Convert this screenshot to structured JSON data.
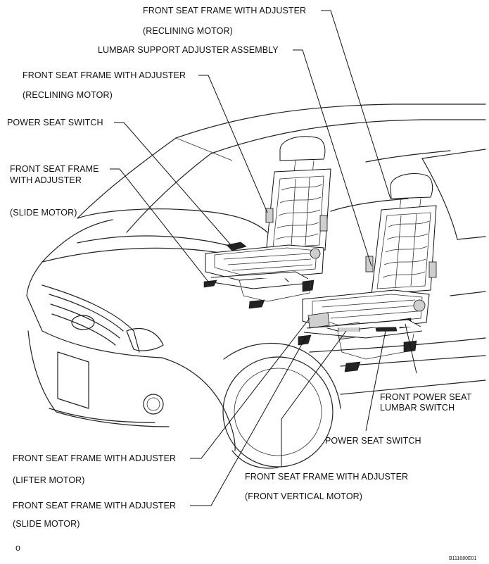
{
  "callouts": {
    "reclining_motor_right_1": "FRONT SEAT FRAME WITH ADJUSTER",
    "reclining_motor_right_2": "(RECLINING MOTOR)",
    "lumbar_support": "LUMBAR SUPPORT ADJUSTER ASSEMBLY",
    "reclining_motor_left_1": "FRONT SEAT FRAME WITH ADJUSTER",
    "reclining_motor_left_2": "(RECLINING MOTOR)",
    "power_seat_switch_left": "POWER SEAT SWITCH",
    "slide_motor_left_1": "FRONT SEAT FRAME",
    "slide_motor_left_2": "WITH ADJUSTER",
    "slide_motor_left_3": "(SLIDE MOTOR)",
    "lumbar_switch_1": "FRONT POWER SEAT",
    "lumbar_switch_2": "LUMBAR SWITCH",
    "power_seat_switch_right": "POWER SEAT SWITCH",
    "lifter_motor_1": "FRONT SEAT FRAME WITH ADJUSTER",
    "lifter_motor_2": "(LIFTER MOTOR)",
    "vertical_motor_1": "FRONT SEAT FRAME WITH ADJUSTER",
    "vertical_motor_2": "(FRONT VERTICAL MOTOR)",
    "slide_motor_bottom_1": "FRONT SEAT FRAME WITH ADJUSTER",
    "slide_motor_bottom_2": "(SLIDE MOTOR)"
  },
  "footer": {
    "corner_mark": "o",
    "figure_code": "B111680E01"
  }
}
